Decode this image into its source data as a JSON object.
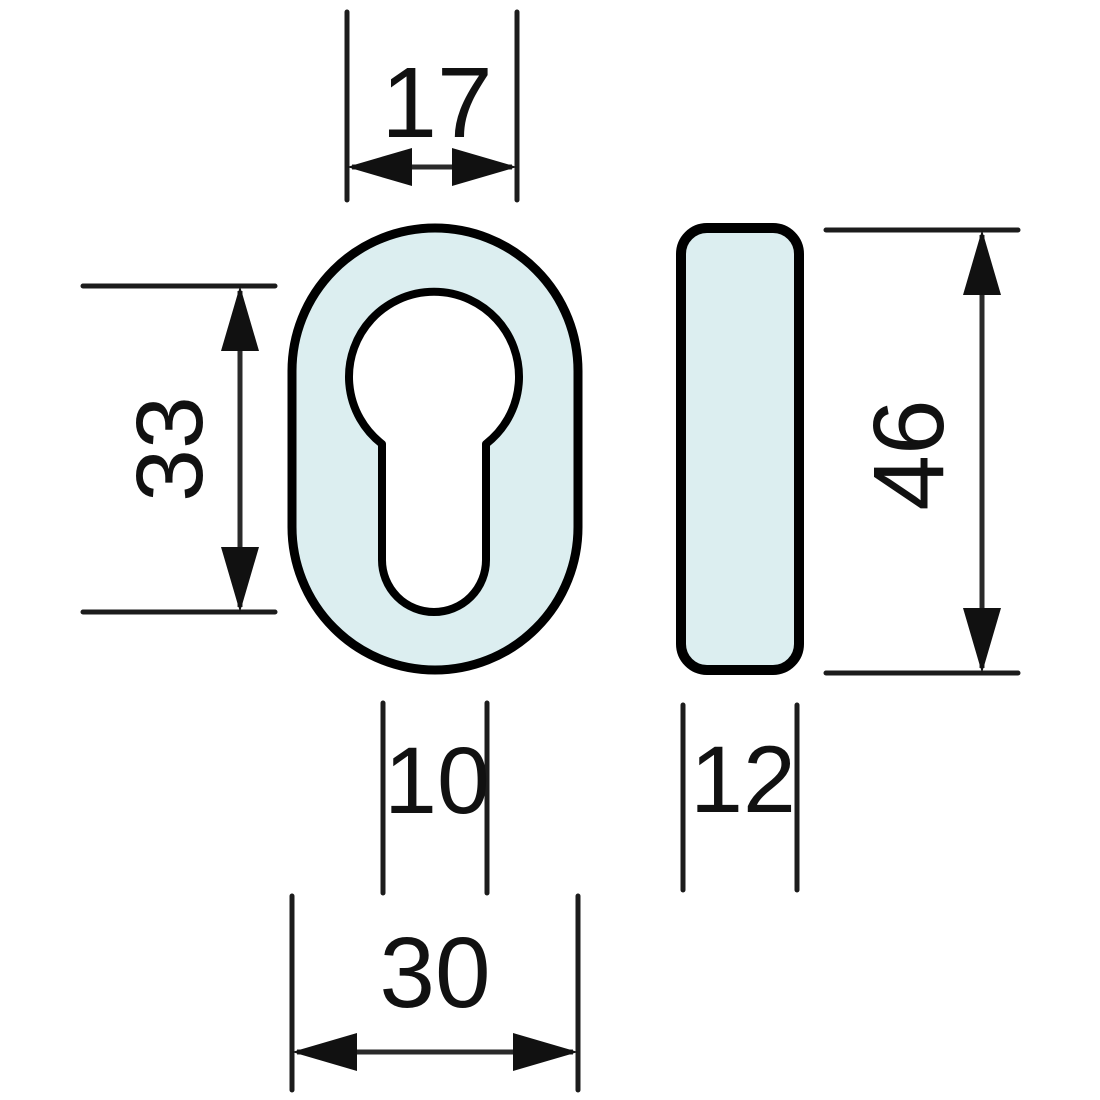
{
  "colors": {
    "plate_fill": "#dceef0",
    "hole_fill": "#ffffff",
    "line": "#111111",
    "background": "#ffffff"
  },
  "dimensions": {
    "keyhole_circle_diameter": "17",
    "keyhole_total_height": "33",
    "slot_width": "10",
    "plate_width": "30",
    "plate_height": "46",
    "plate_thickness": "12"
  }
}
